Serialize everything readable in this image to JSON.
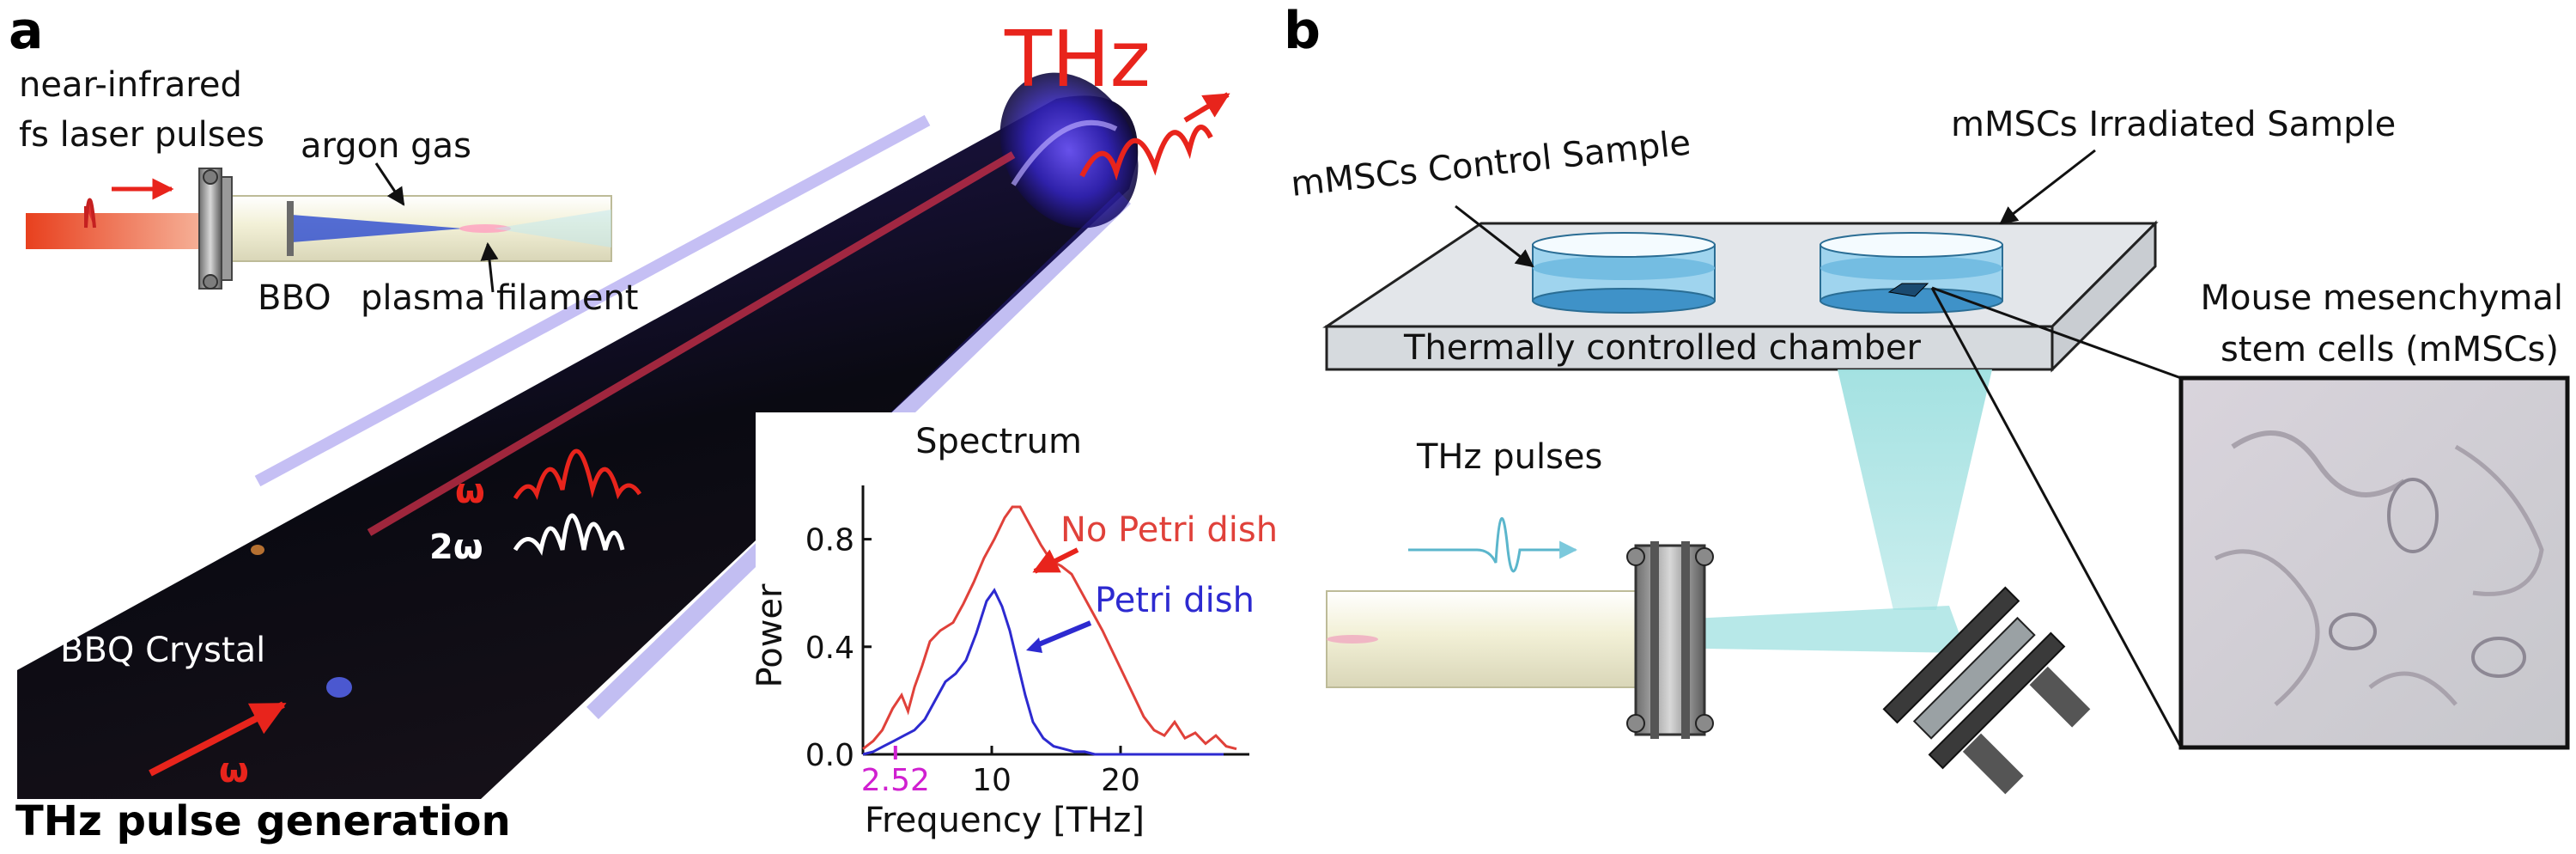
{
  "panel_a": {
    "letter": "a",
    "setup_labels": {
      "near_infrared": "near-infrared",
      "fs_laser": "fs laser pulses",
      "argon_gas": "argon gas",
      "bbo": "BBO",
      "plasma_filament": "plasma filament"
    },
    "thz_label": "THz",
    "omega": "ω",
    "two_omega": "2ω",
    "bbq_crystal": "BBQ Crystal",
    "omega_input": "ω",
    "caption": "THz pulse generation",
    "colors": {
      "laser_red": "#e8241c",
      "plasma_blue": "#3a2bd6",
      "magenta": "#d020d0"
    }
  },
  "panel_b": {
    "letter": "b",
    "control_sample": "mMSCs Control Sample",
    "irradiated_sample": "mMSCs Irradiated Sample",
    "chamber": "Thermally controlled chamber",
    "cells_title_1": "Mouse mesenchymal",
    "cells_title_2": "stem cells (mMSCs)",
    "thz_pulses": "THz pulses",
    "colors": {
      "beam": "#9fe0e0",
      "dish": "#4aa8dc"
    }
  },
  "chart_data": {
    "type": "line",
    "title": "Spectrum",
    "xlabel": "Frequency [THz]",
    "ylabel": "Power",
    "xlim": [
      0,
      30
    ],
    "ylim": [
      0,
      1.0
    ],
    "xticks": [
      10,
      20
    ],
    "yticks": [
      "0.0",
      "0.4",
      "0.8"
    ],
    "marker_tick": {
      "x": 2.52,
      "label": "2.52",
      "color": "#d020d0"
    },
    "series": [
      {
        "name": "No Petri dish",
        "color": "#e0413a",
        "x": [
          0,
          0.8,
          1.5,
          2.3,
          3,
          3.5,
          4,
          4.6,
          5.2,
          6,
          7,
          7.8,
          8.6,
          9.4,
          10.2,
          11,
          11.6,
          12.2,
          13,
          13.8,
          14.6,
          15.4,
          16.2,
          17,
          17.8,
          18.6,
          19.4,
          20.2,
          21,
          21.8,
          22.6,
          23.4,
          24.2,
          25,
          25.8,
          26.6,
          27.4,
          28.2,
          29
        ],
        "y": [
          0.02,
          0.05,
          0.09,
          0.17,
          0.22,
          0.16,
          0.25,
          0.33,
          0.42,
          0.46,
          0.49,
          0.56,
          0.64,
          0.73,
          0.8,
          0.88,
          0.92,
          0.92,
          0.85,
          0.78,
          0.72,
          0.7,
          0.67,
          0.6,
          0.53,
          0.46,
          0.38,
          0.3,
          0.22,
          0.14,
          0.09,
          0.07,
          0.12,
          0.06,
          0.08,
          0.04,
          0.07,
          0.03,
          0.02
        ]
      },
      {
        "name": "Petri dish",
        "color": "#2d2ad0",
        "x": [
          0,
          0.8,
          1.6,
          2.4,
          3.2,
          4,
          4.8,
          5.6,
          6.4,
          7.2,
          8,
          8.8,
          9.6,
          10.2,
          10.8,
          11.4,
          12,
          12.6,
          13.2,
          14,
          14.8,
          15.6,
          16.4,
          17.2,
          18,
          19,
          20,
          22,
          24,
          26,
          28
        ],
        "y": [
          0.0,
          0.01,
          0.03,
          0.05,
          0.07,
          0.09,
          0.13,
          0.2,
          0.27,
          0.3,
          0.35,
          0.45,
          0.57,
          0.61,
          0.55,
          0.46,
          0.34,
          0.22,
          0.12,
          0.06,
          0.03,
          0.02,
          0.01,
          0.01,
          0.0,
          0.0,
          0.0,
          0.0,
          0.0,
          0.0,
          0.0
        ]
      }
    ],
    "annotations": [
      "No Petri dish",
      "Petri dish"
    ]
  }
}
